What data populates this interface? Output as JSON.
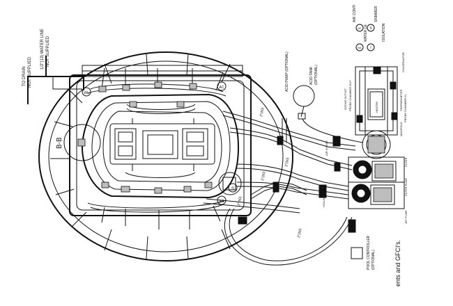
{
  "labels": {
    "to_drain": "TO DRAIN",
    "not_supplied": "NOT SUPPLIED",
    "water_line": "1/2\"(13) WATER LINE",
    "water_line_not_supplied": "NOT SUPPLIED",
    "section_b": "B-B",
    "acid_tank": "ACID TANK",
    "acid_tank_optional": "(OPTIONAL)",
    "acid_pump": "ACID PUMP (OPTIONAL)",
    "pipe_2_upper": "2\"(50)",
    "pipe_2_mid": "2\"(50)",
    "pipe_2_lower_a": "2\"(50)",
    "pipe_2_lower_b": "2\"(50)",
    "pipe_2_bottom": "2\"(50)",
    "probe_chamber_out": "PROBE CHAMBER OUT",
    "ozone_outlet": "OZONE OUTLET",
    "heater": "HEATER",
    "thermometer": "THERMOMETER",
    "probe_chamber_in": "PROBE CHAMBER IN",
    "manifold": "MANIFOLD",
    "chlorinator": "CHLORINATOR",
    "filter": "FILTER",
    "filter_pump": "FILTER PUMP",
    "jet_pump": "JET PUMP",
    "air_intake": "AIR INTAKE",
    "volume_valve": "VOLUME VALVE",
    "pool_controller": "POOL CONTROLLER",
    "pool_controller_optional": "(OPTIONAL)",
    "legend_air": "AIR CONTI",
    "legend_water": "WATER LE",
    "legend_skimmer": "SKIMMER",
    "legend_isolation": "ISOLATION",
    "legend_air_sym": "AC",
    "legend_water_sym": "WL",
    "legend_skimmer_sym": "S",
    "legend_isolation_sym": "I",
    "footer_note": "ents and GFCI's.",
    "sym_wl": "WL",
    "sym_ac": "AC",
    "sym_s": "S",
    "sym_i": "I"
  }
}
